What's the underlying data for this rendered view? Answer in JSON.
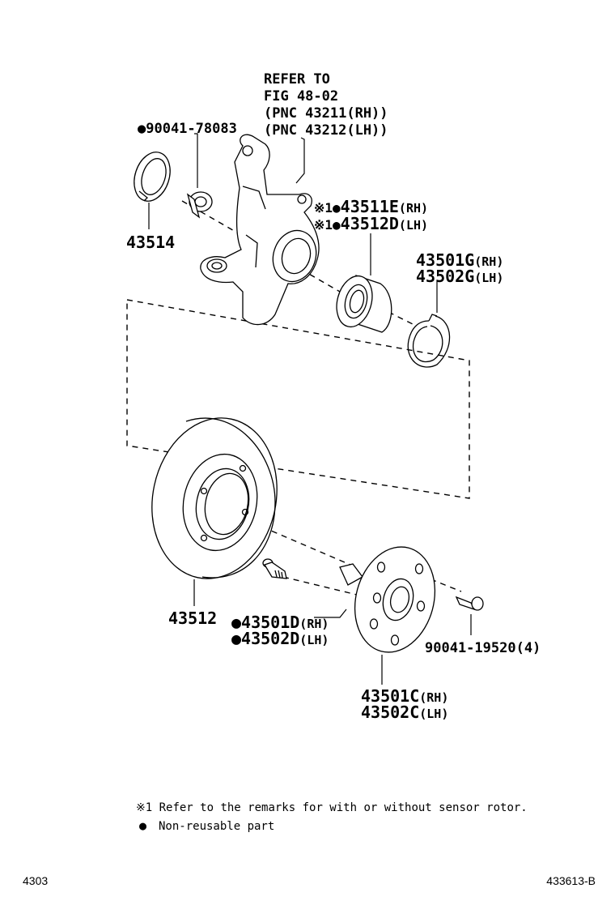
{
  "diagram": {
    "refer": {
      "line1": "REFER TO",
      "line2": "FIG 48-02",
      "line3": "(PNC 43211(RH))",
      "line4": "(PNC 43212(LH))"
    },
    "labels": {
      "p90041_78083": "●90041-78083",
      "p43514": "43514",
      "bearing_rh_prefix": "※1●",
      "bearing_rh_num": "43511E",
      "bearing_rh_side": "(RH)",
      "bearing_lh_prefix": "※1●",
      "bearing_lh_num": "43512D",
      "bearing_lh_side": "(LH)",
      "snap_rh_num": "43501G",
      "snap_rh_side": "(RH)",
      "snap_lh_num": "43502G",
      "snap_lh_side": "(LH)",
      "disc": "43512",
      "bolt_rh_num": "●43501D",
      "bolt_rh_side": "(RH)",
      "bolt_lh_num": "●43502D",
      "bolt_lh_side": "(LH)",
      "screw": "90041-19520(4)",
      "hub_rh_num": "43501C",
      "hub_rh_side": "(RH)",
      "hub_lh_num": "43502C",
      "hub_lh_side": "(LH)"
    },
    "notes": {
      "remark1": "※1 Refer to the remarks for with or without sensor rotor.",
      "remark2_mark": "●",
      "remark2": "Non-reusable part"
    },
    "footer": {
      "page": "4303",
      "figure_code": "433613-B"
    }
  }
}
